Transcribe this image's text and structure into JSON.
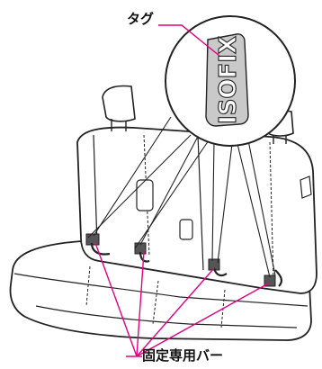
{
  "labels": {
    "tag": "タグ",
    "tag_text": "ISOFIX",
    "bar": "固定専用バー"
  },
  "colors": {
    "leader": "#e4007f",
    "tag_fill": "#c9c9c9",
    "outline": "#222222"
  }
}
